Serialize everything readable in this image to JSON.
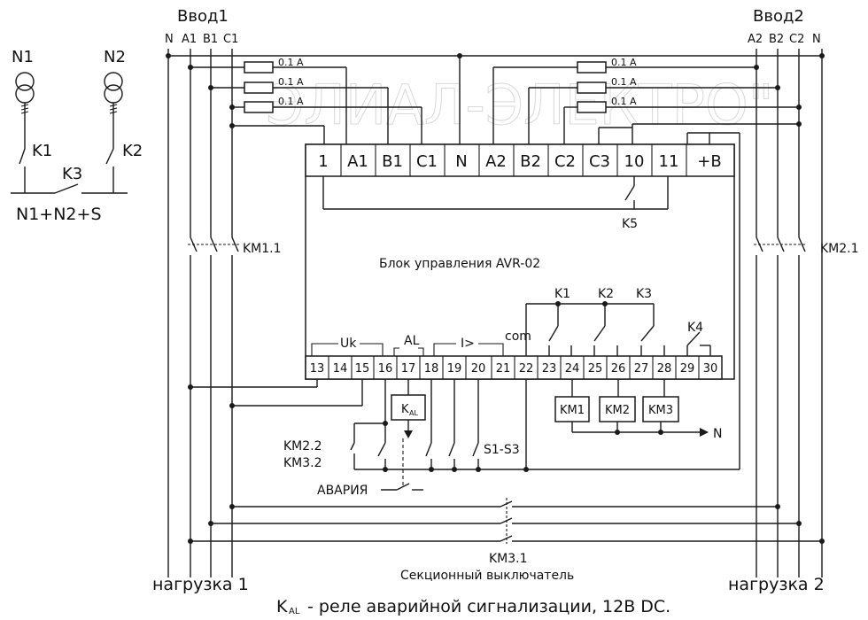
{
  "inputs": {
    "vvod1": "Ввод1",
    "vvod2": "Ввод2",
    "left_phases": [
      "N",
      "A1",
      "B1",
      "C1"
    ],
    "right_phases": [
      "A2",
      "B2",
      "C2",
      "N"
    ]
  },
  "fuse_label": "0.1 A",
  "watermark": "ЭЛИАЛ-ЭЛЕКТРО\"",
  "sources": {
    "n1": "N1",
    "n2": "N2",
    "k1": "K1",
    "k2": "K2",
    "k3": "K3",
    "mode": "N1+N2+S"
  },
  "top_terminals": [
    "1",
    "A1",
    "B1",
    "C1",
    "N",
    "A2",
    "B2",
    "C2",
    "C3",
    "10",
    "11",
    "+B"
  ],
  "k5_label": "K5",
  "km11_label": "KM1.1",
  "km21_label": "KM2.1",
  "unit_title": "Блок управления AVR-02",
  "groups": {
    "uk": "Uk",
    "al": "AL",
    "i": "I>",
    "com": "com"
  },
  "relay_labels": [
    "K1",
    "K2",
    "K3",
    "K4"
  ],
  "bottom_terminals": [
    "13",
    "14",
    "15",
    "16",
    "17",
    "18",
    "19",
    "20",
    "21",
    "22",
    "23",
    "24",
    "25",
    "26",
    "27",
    "28",
    "29",
    "30"
  ],
  "kal": {
    "main": "K",
    "sub": "AL"
  },
  "coils": [
    "KM1",
    "KM2",
    "KM3"
  ],
  "n_label": "N",
  "km22": "KM2.2",
  "km32": "KM3.2",
  "s1s3": "S1-S3",
  "alarm": "АВАРИЯ",
  "km31": "KM3.1",
  "section_switch": "Секционный выключатель",
  "load1": "нагрузка 1",
  "load2": "нагрузка 2",
  "footnote": {
    "k": "K",
    "al": "AL",
    "text": " - реле аварийной сигнализации, 12В DC."
  }
}
